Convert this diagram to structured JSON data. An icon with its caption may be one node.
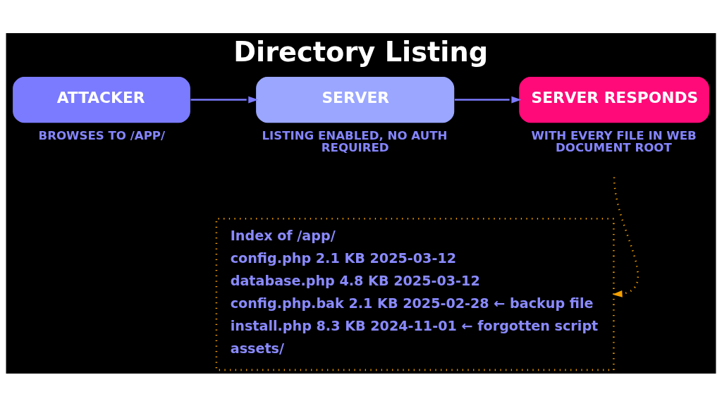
{
  "diagram": {
    "title": "Directory Listing",
    "nodes": [
      {
        "text": [
          "ATTACKER"
        ],
        "beside": [
          "BROWSES TO /APP/"
        ]
      },
      {
        "text": [
          "SERVER"
        ],
        "beside": [
          "LISTING ENABLED, NO AUTH REQUIRED"
        ]
      },
      {
        "text": [
          "SERVER RESPONDS"
        ],
        "beside": [
          "WITH EVERY FILE IN WEB DOCUMENT ROOT"
        ]
      },
      {
        "text": [
          "Index of /app/",
          "config.php 2.1 KB 2025-03-12",
          "database.php 4.8 KB 2025-03-12",
          "config.php.bak 2.1 KB 2025-02-28 ← backup file",
          "install.php 8.3 KB 2024-11-01 ← forgotten script",
          "assets/"
        ]
      }
    ],
    "edges": [
      {
        "from": 0,
        "to": 1,
        "arrow": "to"
      },
      {
        "from": 1,
        "to": 2,
        "arrow": "to"
      },
      {
        "from": 2,
        "to": 3,
        "arrow": "to",
        "style": "dashed",
        "color": "#f5a000"
      }
    ]
  }
}
